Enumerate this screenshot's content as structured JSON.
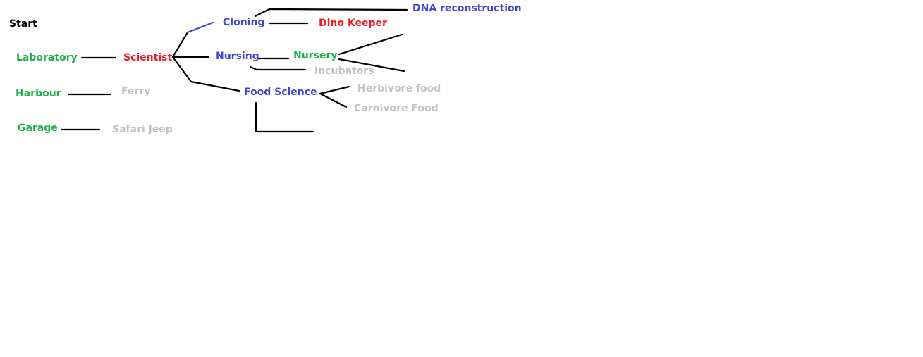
{
  "colors": {
    "start": "#000000",
    "building": "#22b14c",
    "staff": "#ed1c24",
    "research": "#3f48cc",
    "item": "#c3c3c3",
    "connector": "#000000",
    "accent_connector": "#3f48cc"
  },
  "nodes": {
    "start": "Start",
    "laboratory": "Laboratory",
    "harbour": "Harbour",
    "garage": "Garage",
    "scientist": "Scientist",
    "ferry": "Ferry",
    "safari_jeep": "Safari Jeep",
    "cloning": "Cloning",
    "nursing": "Nursing",
    "food_science": "Food Science",
    "dna_reconstruction": "DNA reconstruction",
    "dino_keeper": "Dino Keeper",
    "nursery": "Nursery",
    "incubators": "Incubators",
    "herbivore_food": "Herbivore food",
    "carnivore_food": "Carnivore Food"
  }
}
